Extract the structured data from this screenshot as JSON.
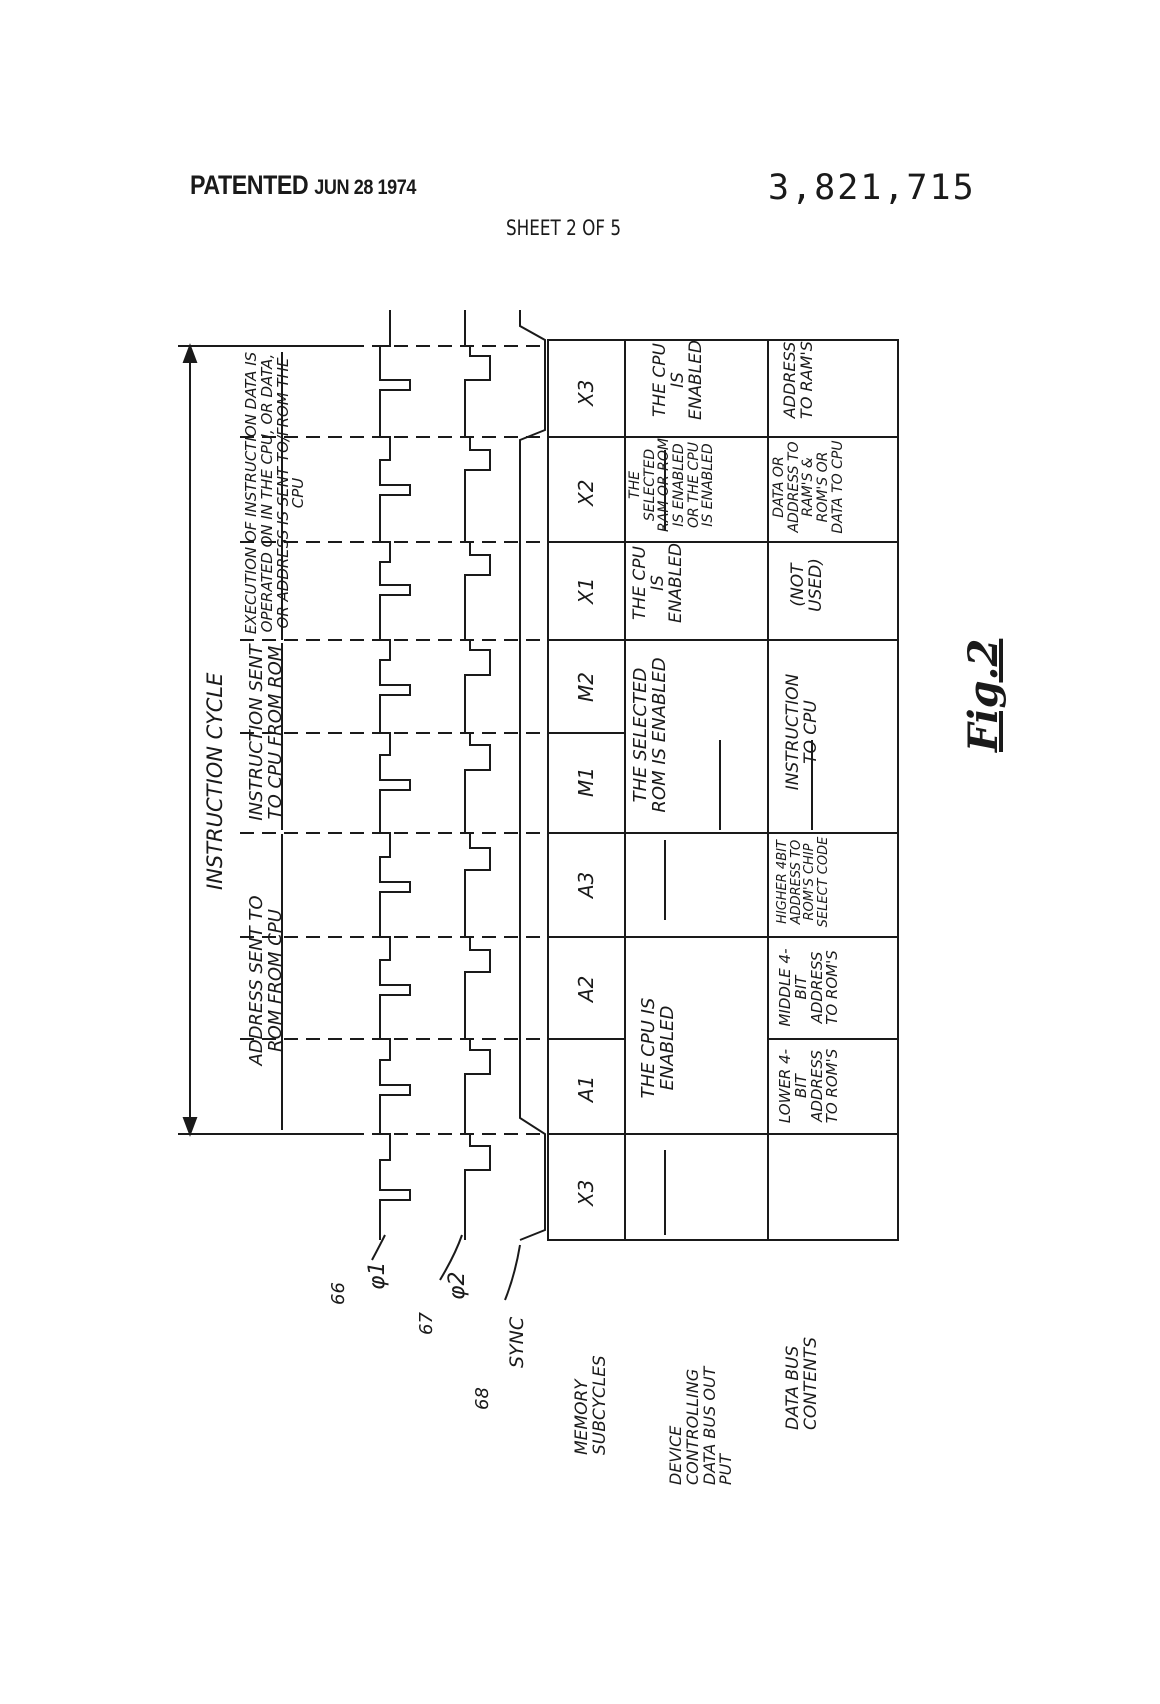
{
  "header": {
    "patented": "PATENTED",
    "date": "JUN 28 1974",
    "patent_number": "3,821,715",
    "sheet": "SHEET 2 OF 5"
  },
  "figure": {
    "label": "Fig.2",
    "instruction_cycle": "INSTRUCTION CYCLE",
    "phases": {
      "address": "ADDRESS SENT TO ROM FROM CPU",
      "instruction": "INSTRUCTION SENT TO CPU FROM ROM",
      "execution": "EXECUTION OF INSTRUCTION DATA IS OPERATED ON IN THE CPU, OR DATA, OR ADDRESS IS SENT TO/FROM THE CPU"
    },
    "signals": {
      "phi1": "φ1",
      "phi2": "φ2",
      "sync": "SYNC",
      "ref66": "66",
      "ref67": "67",
      "ref68": "68"
    },
    "row_labels": {
      "memory": "MEMORY SUBCYCLES",
      "device": "DEVICE CONTROLLING DATA BUS OUT PUT",
      "databus": "DATA BUS CONTENTS"
    },
    "subcycles": [
      "X3",
      "A1",
      "A2",
      "A3",
      "M1",
      "M2",
      "X1",
      "X2",
      "X3"
    ],
    "device": {
      "cpu_enabled_1": "THE CPU IS ENABLED",
      "rom_enabled": "THE SELECTED ROM IS ENABLED",
      "cpu_enabled_x1": "THE CPU IS ENABLED",
      "x2": "THE SELECTED RAM OR ROM IS ENABLED OR THE CPU IS ENABLED",
      "x3": "THE CPU IS ENABLED"
    },
    "databus": {
      "a1": "LOWER 4-BIT ADDRESS TO ROM'S",
      "a2": "MIDDLE 4-BIT ADDRESS TO ROM'S",
      "a3": "HIGHER 4BIT ADDRESS TO ROM'S CHIP SELECT CODE",
      "m": "INSTRUCTION TO CPU",
      "x1": "(NOT USED)",
      "x2": "DATA OR ADDRESS TO RAM'S & ROM'S OR DATA TO CPU",
      "x3": "ADDRESS TO RAM'S"
    }
  }
}
